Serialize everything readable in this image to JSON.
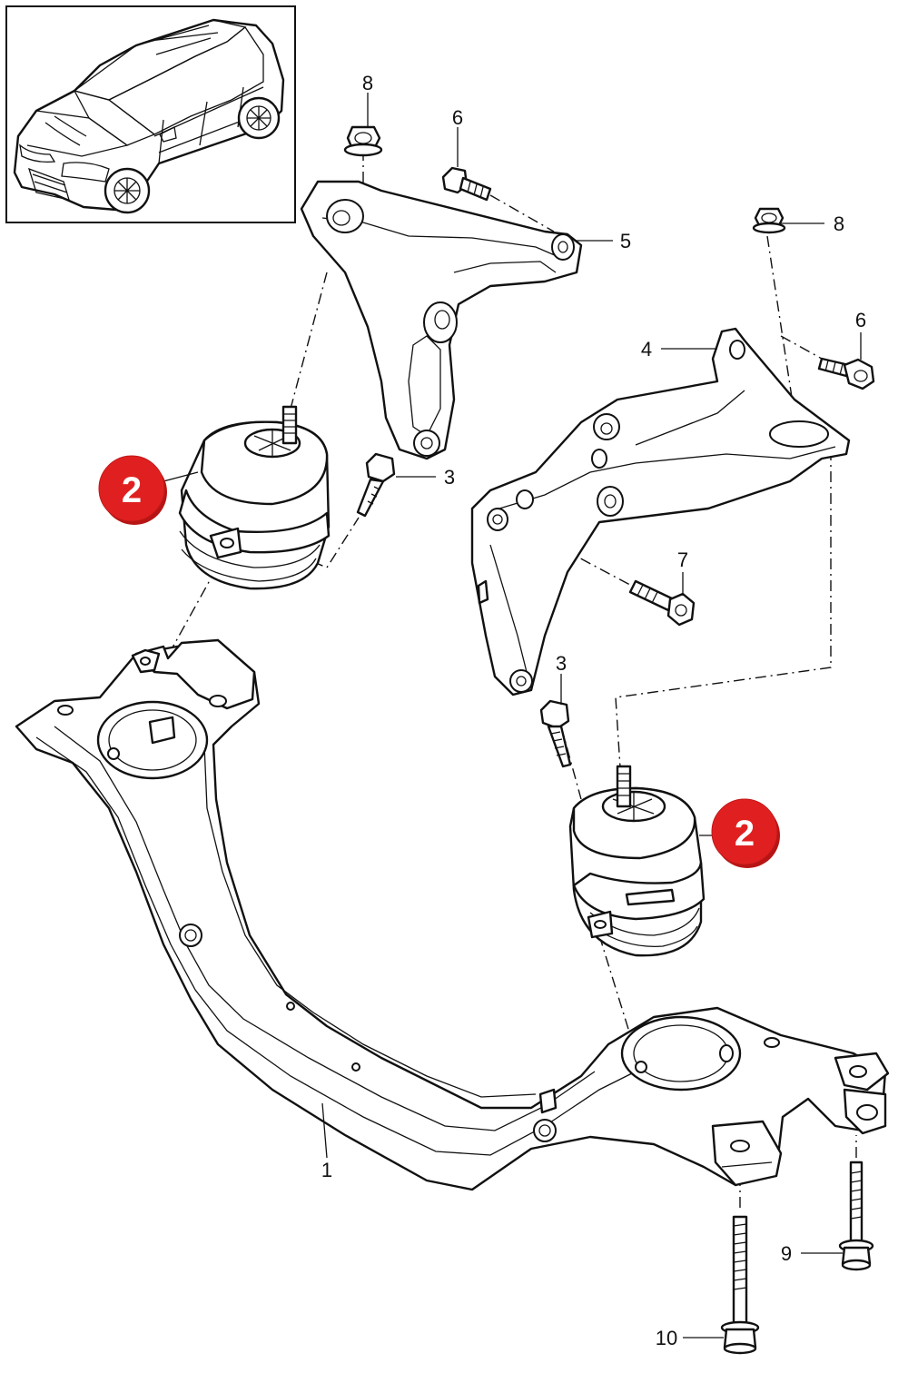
{
  "diagram": {
    "callouts": [
      {
        "id": "c1",
        "text": "1"
      },
      {
        "id": "c3a",
        "text": "3"
      },
      {
        "id": "c3b",
        "text": "3"
      },
      {
        "id": "c4",
        "text": "4"
      },
      {
        "id": "c5",
        "text": "5"
      },
      {
        "id": "c6a",
        "text": "6"
      },
      {
        "id": "c6b",
        "text": "6"
      },
      {
        "id": "c7",
        "text": "7"
      },
      {
        "id": "c8a",
        "text": "8"
      },
      {
        "id": "c8b",
        "text": "8"
      },
      {
        "id": "c9",
        "text": "9"
      },
      {
        "id": "c10",
        "text": "10"
      }
    ],
    "highlight_badges": [
      {
        "id": "b1",
        "text": "2"
      },
      {
        "id": "b2",
        "text": "2"
      }
    ],
    "colors": {
      "badge_fill": "#e02020",
      "badge_shadow": "#b71515",
      "line": "#111111",
      "background": "#ffffff"
    }
  }
}
